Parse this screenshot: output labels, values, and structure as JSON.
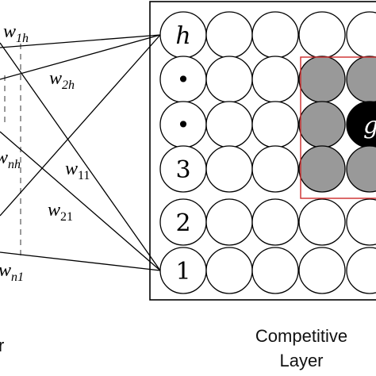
{
  "node_labels": {
    "h": "h",
    "dot_a": "•",
    "dot_b": "•",
    "n3": "3",
    "n2": "2",
    "n1": "1",
    "winner": "g"
  },
  "weights": {
    "w1h_base": "w",
    "w1h_sub": "1h",
    "w2h_base": "w",
    "w2h_sub": "2h",
    "wnh_base": "w",
    "wnh_sub": "nh",
    "w11_base": "w",
    "w11_sub": "11",
    "w21_base": "w",
    "w21_sub": "21",
    "wn1_base": "w",
    "wn1_sub": "n1"
  },
  "captions": {
    "competitive_line1": "Competitive",
    "competitive_line2": "Layer",
    "left_fragment": "r"
  },
  "colors": {
    "winner": "#000000",
    "neighborhood": "#999999",
    "neighborhood_box": "#cc2b2b",
    "dashed": "#9a9a9a"
  }
}
